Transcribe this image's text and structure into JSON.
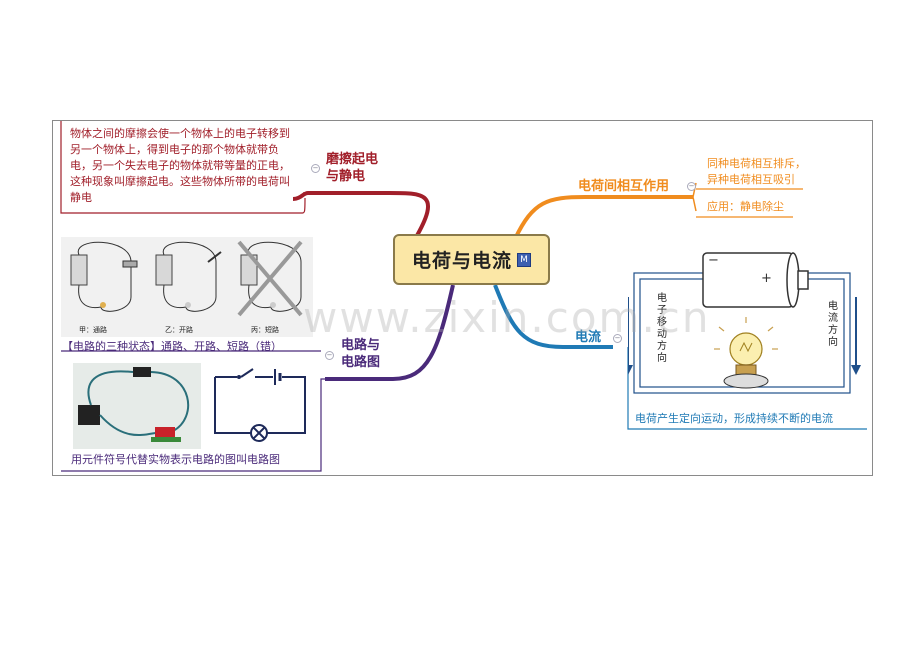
{
  "central": {
    "title": "电荷与电流",
    "badge": "M"
  },
  "branches": {
    "friction": {
      "label": "磨擦起电\n与静电",
      "text": "物体之间的摩擦会使一个物体上的电子转移到另一个物体上，得到电子的那个物体就带负电，另一个失去电子的物体就带等量的正电，这种现象叫摩擦起电。这些物体所带的电荷叫静电",
      "color": "#a11f2a"
    },
    "interaction": {
      "label": "电荷间相互作用",
      "rule": "同种电荷相互排斥，\n异种电荷相互吸引",
      "application": "应用：静电除尘",
      "color": "#f08c1e"
    },
    "circuit": {
      "label": "电路与\n电路图",
      "states": "【电路的三种状态】通路、开路、短路（错）",
      "state_captions": [
        "甲：通路",
        "乙：开路",
        "丙：短路"
      ],
      "diagram_caption": "用元件符号代替实物表示电路的图叫电路图",
      "color": "#4a2a7a"
    },
    "current": {
      "label": "电流",
      "caption": "电荷产生定向运动，形成持续不断的电流",
      "electron_direction": "电子移动方向",
      "current_direction": "电流方向",
      "minus": "−",
      "plus": "+",
      "color": "#1f7ab5"
    }
  },
  "watermark": "www.zixin.com.cn",
  "colors": {
    "central_fill": "#fbe7a6",
    "blue": "#1f7ab5"
  }
}
